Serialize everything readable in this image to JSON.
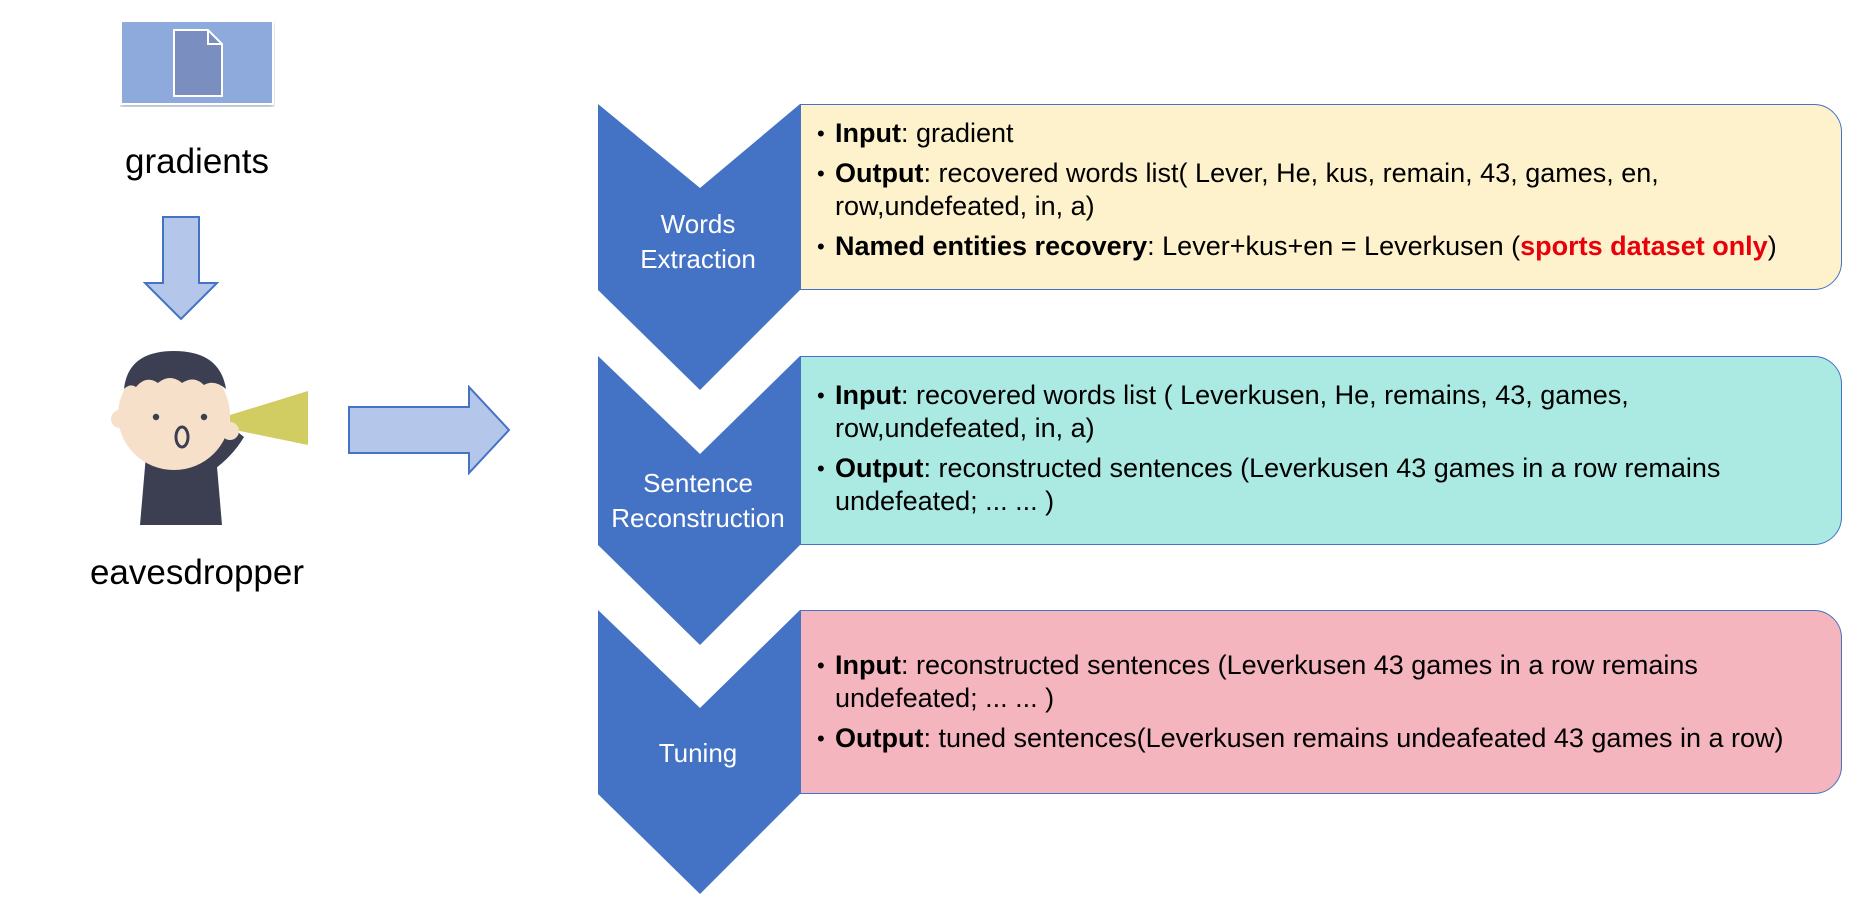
{
  "left": {
    "gradients_label": "gradients",
    "eavesdropper_label": "eavesdropper",
    "icons": [
      "document-icon",
      "down-arrow-icon",
      "eavesdropper-figure",
      "right-arrow-icon"
    ]
  },
  "colors": {
    "chevron": "#4472c4",
    "box_stage1": "#fdf2cc",
    "box_stage2": "#abe9e3",
    "box_stage3": "#f4b5be",
    "arrow_fill": "#b4c6e9",
    "doc_bg": "#8ea9db",
    "highlight_red": "#e8000b"
  },
  "stages": [
    {
      "name_line1": "Words",
      "name_line2": "Extraction",
      "b1_key": "Input",
      "b1_text": ": gradient",
      "b2_key": "Output",
      "b2_text": ": recovered words list( Lever, He, kus, remain, 43, games, en, row,undefeated, in, a)",
      "b3_key": "Named entities recovery",
      "b3_text": ": Lever+kus+en = Leverkusen (",
      "b3_red": "sports dataset only",
      "b3_end": ")"
    },
    {
      "name_line1": "Sentence",
      "name_line2": "Reconstruction",
      "b1_key": "Input",
      "b1_text": ": recovered words list ( Leverkusen, He, remains, 43, games, row,undefeated, in, a)",
      "b2_key": "Output",
      "b2_text": ": reconstructed sentences (Leverkusen 43 games  in a row remains undefeated; ... ... )"
    },
    {
      "name_line1": "Tuning",
      "b1_key": "Input",
      "b1_text": ":  reconstructed sentences (Leverkusen 43 games  in a row remains undefeated; ... ... )",
      "b2_key": "Output",
      "b2_text": ": tuned sentences(Leverkusen remains undeafeated 43 games in a row)"
    }
  ]
}
